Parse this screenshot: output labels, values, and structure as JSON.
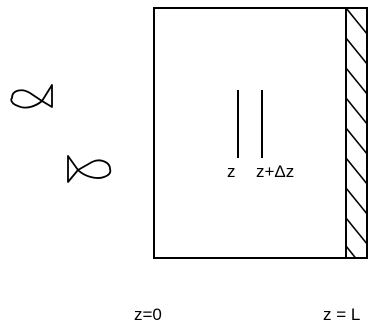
{
  "labels": {
    "z_left_slice": "z",
    "z_right_slice": "z+Δz",
    "z_start": "z=0",
    "z_end": "z = L"
  },
  "icons": {
    "upper_swimmer": "fish-icon",
    "lower_swimmer": "fish-icon"
  },
  "colors": {
    "stroke": "#000000",
    "background": "#ffffff"
  }
}
